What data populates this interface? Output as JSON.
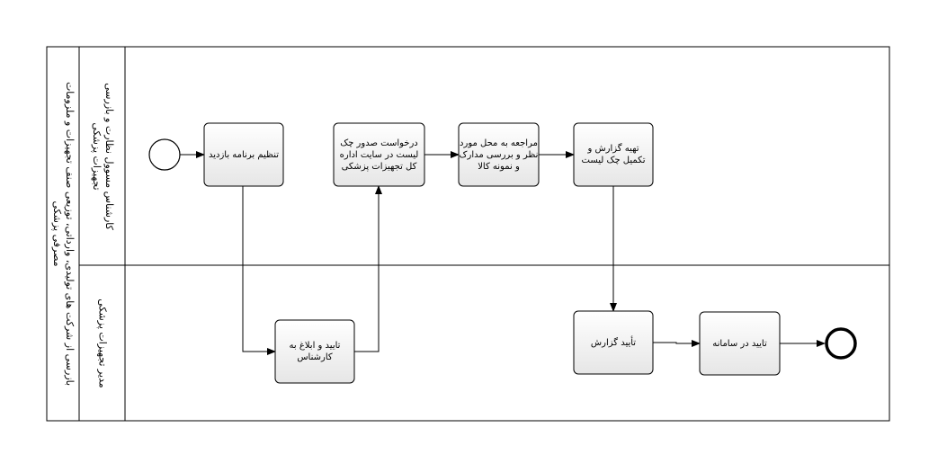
{
  "pool": {
    "label_lines": [
      "بازرسی از شرکت های تولیدی، وارداتی، توزیعی صنف تجهیزات و ملزومات",
      "مصرفی پزشکی"
    ]
  },
  "lanes": [
    {
      "label_lines": [
        "کارشناس مسوول نظارت و بازرسی",
        "تجهیزات پزشکی"
      ]
    },
    {
      "label_lines": [
        "مدیر تجهیزات پزشکی"
      ]
    }
  ],
  "tasks": {
    "t1": {
      "lines": [
        "تنظیم برنامه بازدید"
      ]
    },
    "t2": {
      "lines": [
        "درخواست صدور چک",
        "لیست در سایت اداره",
        "کل تجهیزات پزشکی"
      ]
    },
    "t3": {
      "lines": [
        "مراجعه به محل مورد",
        "نظر و بررسی مدارک",
        "و نمونه کالا"
      ]
    },
    "t4": {
      "lines": [
        "تهیه گزارش و",
        "تکمیل چک لیست"
      ]
    },
    "t5": {
      "lines": [
        "تایید و ابلاغ به",
        "کارشناس"
      ]
    },
    "t6": {
      "lines": [
        "تأیید گزارش"
      ]
    },
    "t7": {
      "lines": [
        "تایید در سامانه"
      ]
    }
  },
  "colors": {
    "task_fill_top": "#ffffff",
    "task_fill_bottom": "#e6e6e6",
    "stroke": "#000000"
  }
}
